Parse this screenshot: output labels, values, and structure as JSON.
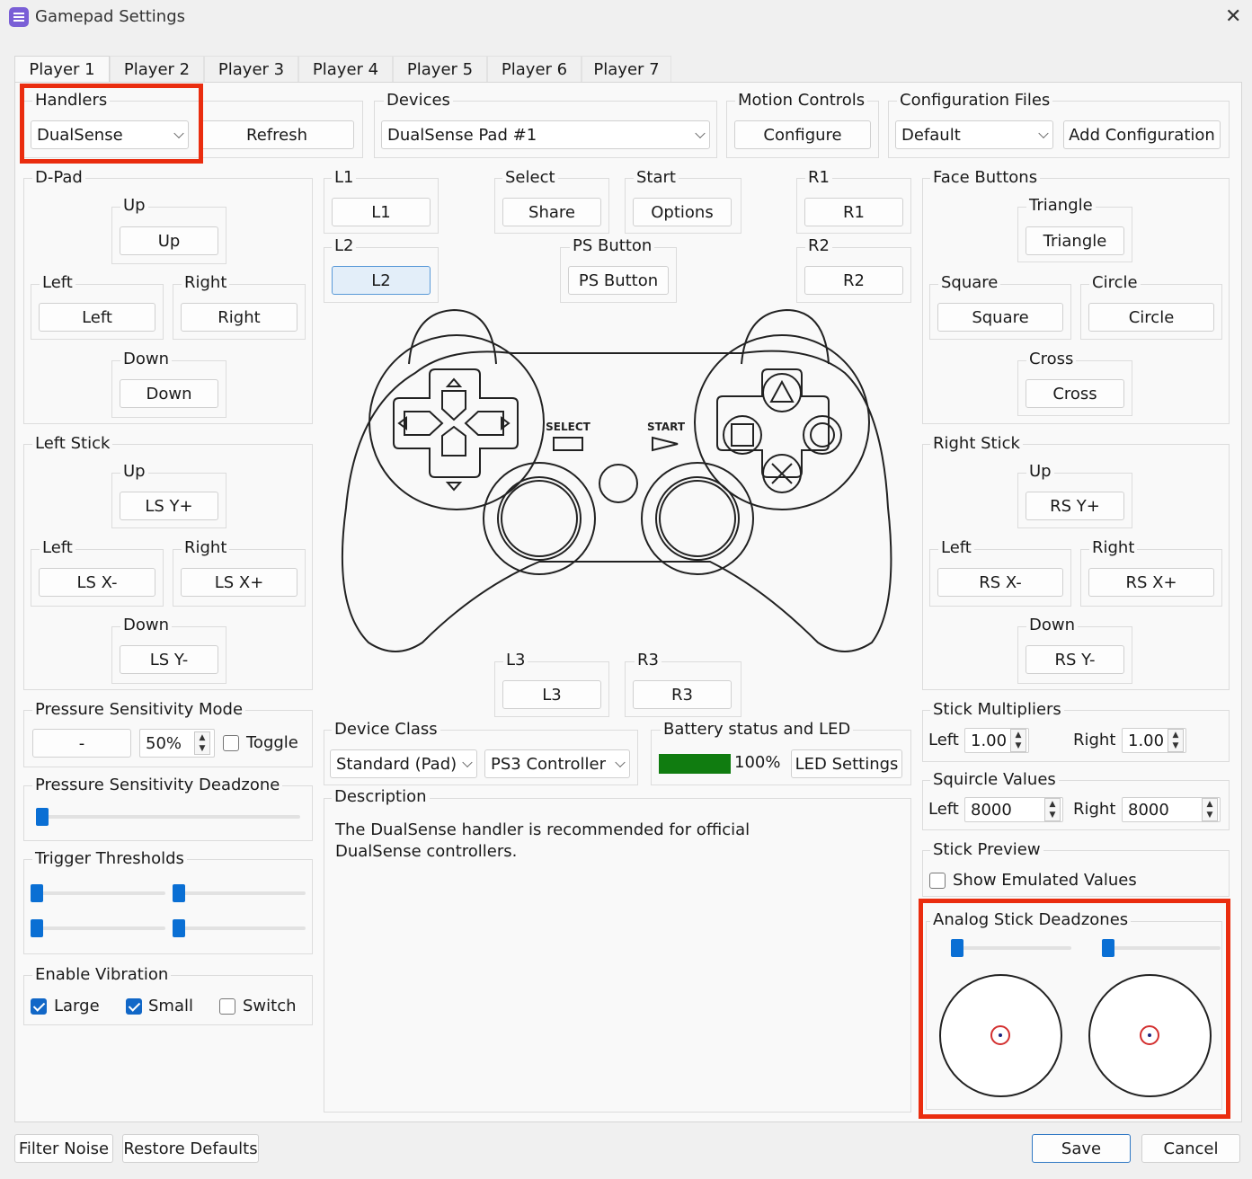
{
  "window": {
    "title": "Gamepad Settings",
    "close_glyph": "✕",
    "icon": "gamepad-settings-icon"
  },
  "tabs": [
    "Player 1",
    "Player 2",
    "Player 3",
    "Player 4",
    "Player 5",
    "Player 6",
    "Player 7"
  ],
  "handlers": {
    "title": "Handlers",
    "value": "DualSense",
    "refresh": "Refresh"
  },
  "devices": {
    "title": "Devices",
    "value": "DualSense Pad #1"
  },
  "motion": {
    "title": "Motion Controls",
    "button": "Configure"
  },
  "config": {
    "title": "Configuration Files",
    "value": "Default",
    "add": "Add Configuration"
  },
  "dpad": {
    "title": "D-Pad",
    "up": {
      "label": "Up",
      "value": "Up"
    },
    "left": {
      "label": "Left",
      "value": "Left"
    },
    "right": {
      "label": "Right",
      "value": "Right"
    },
    "down": {
      "label": "Down",
      "value": "Down"
    }
  },
  "left_stick": {
    "title": "Left Stick",
    "up": {
      "label": "Up",
      "value": "LS Y+"
    },
    "left": {
      "label": "Left",
      "value": "LS X-"
    },
    "right": {
      "label": "Right",
      "value": "LS X+"
    },
    "down": {
      "label": "Down",
      "value": "LS Y-"
    }
  },
  "center": {
    "l1": {
      "label": "L1",
      "value": "L1"
    },
    "l2": {
      "label": "L2",
      "value": "L2"
    },
    "select": {
      "label": "Select",
      "value": "Share"
    },
    "start": {
      "label": "Start",
      "value": "Options"
    },
    "ps": {
      "label": "PS Button",
      "value": "PS Button"
    },
    "r1": {
      "label": "R1",
      "value": "R1"
    },
    "r2": {
      "label": "R2",
      "value": "R2"
    },
    "l3": {
      "label": "L3",
      "value": "L3"
    },
    "r3": {
      "label": "R3",
      "value": "R3"
    },
    "pad_select_text": "SELECT",
    "pad_start_text": "START"
  },
  "face": {
    "title": "Face Buttons",
    "triangle": {
      "label": "Triangle",
      "value": "Triangle"
    },
    "square": {
      "label": "Square",
      "value": "Square"
    },
    "circle": {
      "label": "Circle",
      "value": "Circle"
    },
    "cross": {
      "label": "Cross",
      "value": "Cross"
    }
  },
  "right_stick": {
    "title": "Right Stick",
    "up": {
      "label": "Up",
      "value": "RS Y+"
    },
    "left": {
      "label": "Left",
      "value": "RS X-"
    },
    "right": {
      "label": "Right",
      "value": "RS X+"
    },
    "down": {
      "label": "Down",
      "value": "RS Y-"
    }
  },
  "pressure_mode": {
    "title": "Pressure Sensitivity Mode",
    "field": "-",
    "percent": "50%",
    "toggle": "Toggle",
    "toggle_checked": false
  },
  "pressure_deadzone": {
    "title": "Pressure Sensitivity Deadzone"
  },
  "trigger": {
    "title": "Trigger Thresholds"
  },
  "vibration": {
    "title": "Enable Vibration",
    "large": "Large",
    "small": "Small",
    "switch": "Switch",
    "large_checked": true,
    "small_checked": true,
    "switch_checked": false
  },
  "device_class": {
    "title": "Device Class",
    "class": "Standard (Pad)",
    "type": "PS3 Controller"
  },
  "battery": {
    "title": "Battery status and LED",
    "percent": "100%",
    "level": 1.0,
    "color": "#107c10",
    "led": "LED Settings"
  },
  "description": {
    "title": "Description",
    "text": "The DualSense handler is recommended for official DualSense controllers."
  },
  "multipliers": {
    "title": "Stick Multipliers",
    "left_label": "Left",
    "left": "1.00",
    "right_label": "Right",
    "right": "1.00"
  },
  "squircle": {
    "title": "Squircle Values",
    "left_label": "Left",
    "left": "8000",
    "right_label": "Right",
    "right": "8000"
  },
  "preview": {
    "title": "Stick Preview",
    "show": "Show Emulated Values",
    "show_checked": false
  },
  "deadzones": {
    "title": "Analog Stick Deadzones"
  },
  "footer": {
    "filter": "Filter Noise",
    "restore": "Restore Defaults",
    "save": "Save",
    "cancel": "Cancel"
  },
  "colors": {
    "accent": "#0a6fd4",
    "highlight": "#ea2d0f",
    "checkbox": "#1167c7",
    "stick_dot": "#d32f2f"
  }
}
